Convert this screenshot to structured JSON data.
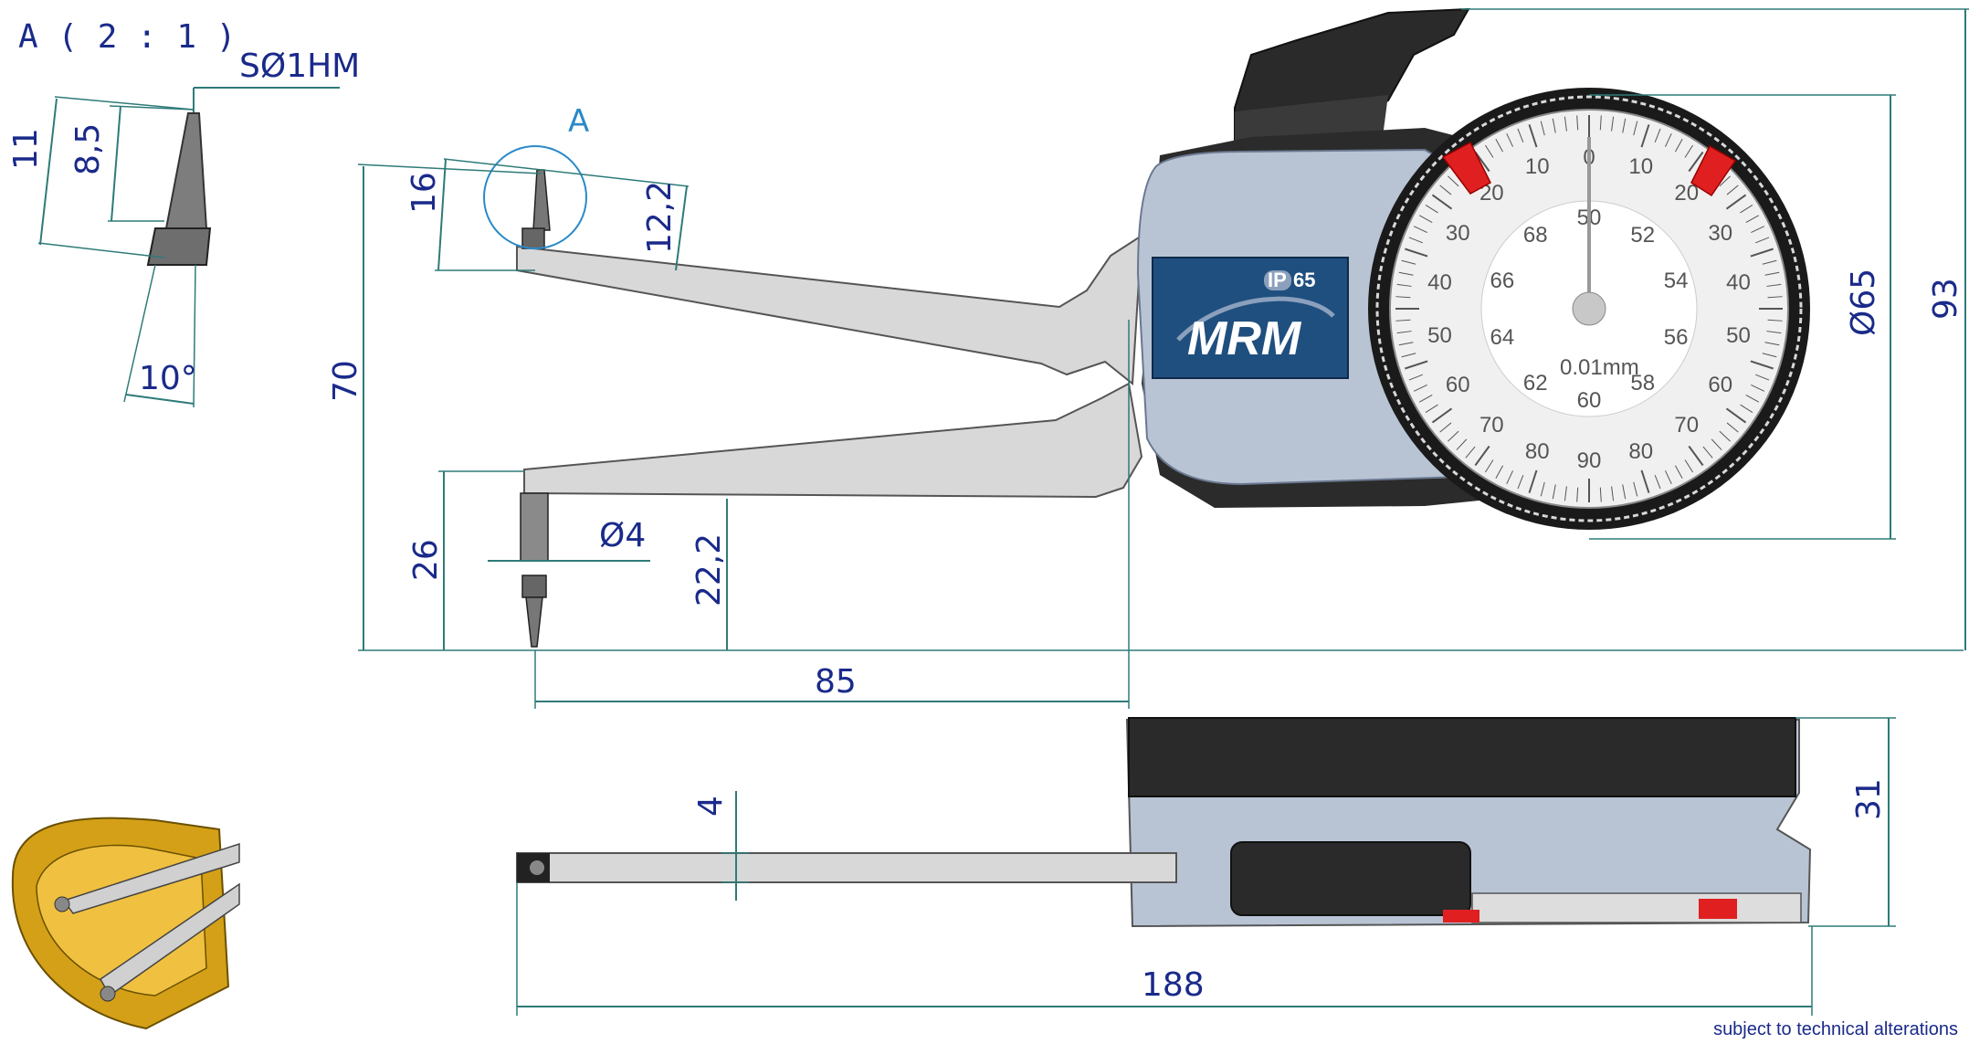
{
  "detail": {
    "title": "A ( 2 : 1 )",
    "tip_spec": "SØ1HM",
    "circle_label": "A"
  },
  "dimensions": {
    "d11": "11",
    "d8_5": "8,5",
    "d10deg": "10°",
    "d70": "70",
    "d16": "16",
    "d12_2": "12,2",
    "d26": "26",
    "d4_dia": "Ø4",
    "d22_2": "22,2",
    "d85": "85",
    "d65": "Ø65",
    "d93": "93",
    "d4": "4",
    "d31": "31",
    "d188": "188"
  },
  "gauge": {
    "brand": "MRM",
    "ip_rating_prefix": "IP",
    "ip_rating_value": "65",
    "resolution": "0.01mm",
    "outer_scale": [
      "0",
      "10",
      "20",
      "30",
      "40",
      "50",
      "60",
      "70",
      "80",
      "90",
      "80",
      "70",
      "60",
      "50",
      "40",
      "30",
      "20",
      "10"
    ],
    "inner_scale": [
      "50",
      "52",
      "54",
      "56",
      "58",
      "60",
      "62",
      "64",
      "66",
      "68"
    ],
    "colors": {
      "body": "#b8c4d4",
      "label_bg": "#1f4f7f",
      "marker": "#e02020",
      "dim": "#2e7b78",
      "text": "#1a2a8a"
    }
  },
  "footer": {
    "note": "subject to technical alterations"
  }
}
